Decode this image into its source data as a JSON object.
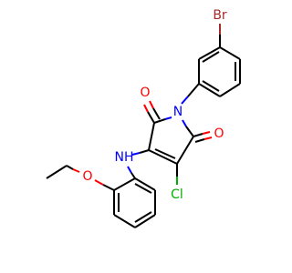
{
  "molecule": {
    "atoms": {
      "br": "Br",
      "n_ring": "N",
      "o_left": "O",
      "o_right": "O",
      "nh": "NH",
      "cl": "Cl",
      "o_ether": "O"
    },
    "colors": {
      "carbon": "#000000",
      "oxygen": "#ff0000",
      "nitrogen": "#0000ff",
      "chlorine": "#00b000",
      "bromine": "#a52a2a"
    }
  }
}
